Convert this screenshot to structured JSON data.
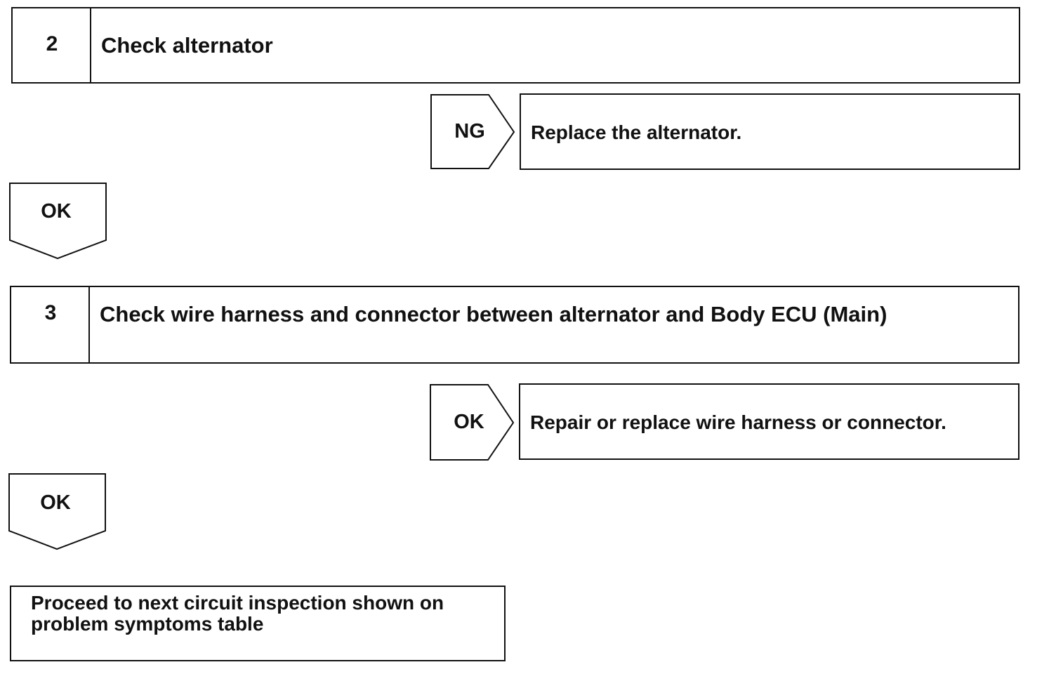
{
  "steps": [
    {
      "number": "2",
      "title": "Check alternator"
    },
    {
      "number": "3",
      "title": "Check wire harness and connector between alternator and Body ECU (Main)"
    }
  ],
  "branches": [
    {
      "label": "NG",
      "result": "Replace the alternator."
    },
    {
      "label": "OK",
      "result": "Repair or replace wire harness or connector."
    }
  ],
  "flow_labels": [
    "OK",
    "OK"
  ],
  "final": {
    "text": "Proceed to next circuit inspection shown on problem symptoms table"
  },
  "colors": {
    "line": "#111111",
    "background": "#ffffff"
  }
}
